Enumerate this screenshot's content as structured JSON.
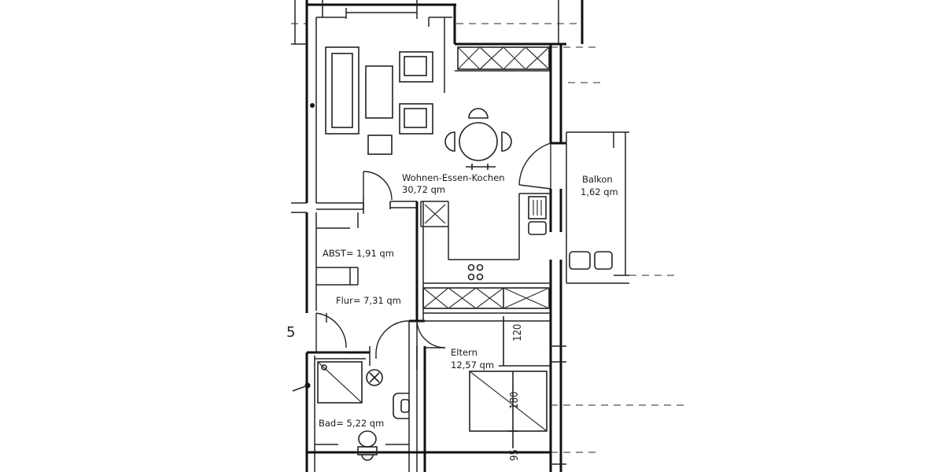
{
  "rooms": {
    "wohnen": {
      "name": "Wohnen-Essen-Kochen",
      "area": "30,72 qm"
    },
    "balkon": {
      "name": "Balkon",
      "area": "1,62 qm"
    },
    "abst": {
      "label": "ABST= 1,91 qm"
    },
    "flur": {
      "label": "Flur= 7,31 qm"
    },
    "eltern": {
      "name": "Eltern",
      "area": "12,57 qm"
    },
    "bad": {
      "label": "Bad= 5,22 qm"
    }
  },
  "dimensions": {
    "d120": "120",
    "d180": "180",
    "d95": "95"
  },
  "edge_fragment": "5"
}
